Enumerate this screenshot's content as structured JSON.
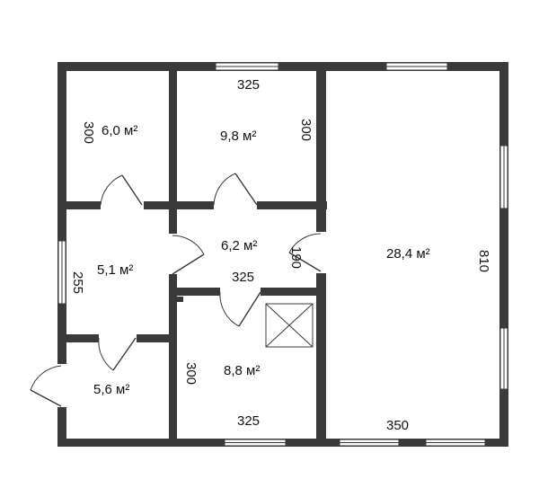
{
  "rooms": {
    "r1": "6,0 м²",
    "r2": "9,8 м²",
    "r3": "5,1  м²",
    "r4": "6,2 м²",
    "r5": "5,6 м²",
    "r6": "8,8 м²",
    "r7": "28,4 м²"
  },
  "dims": {
    "d_top_325": "325",
    "d_left_300": "300",
    "d_mid_300": "300",
    "d_hall_325": "325",
    "d_190": "190",
    "d_255": "255",
    "d_left2_300": "300",
    "d_bot_325": "325",
    "d_bot_350": "350",
    "d_right_810": "810"
  },
  "colors": {
    "wall": "#3a3a3a",
    "background": "#ffffff"
  }
}
